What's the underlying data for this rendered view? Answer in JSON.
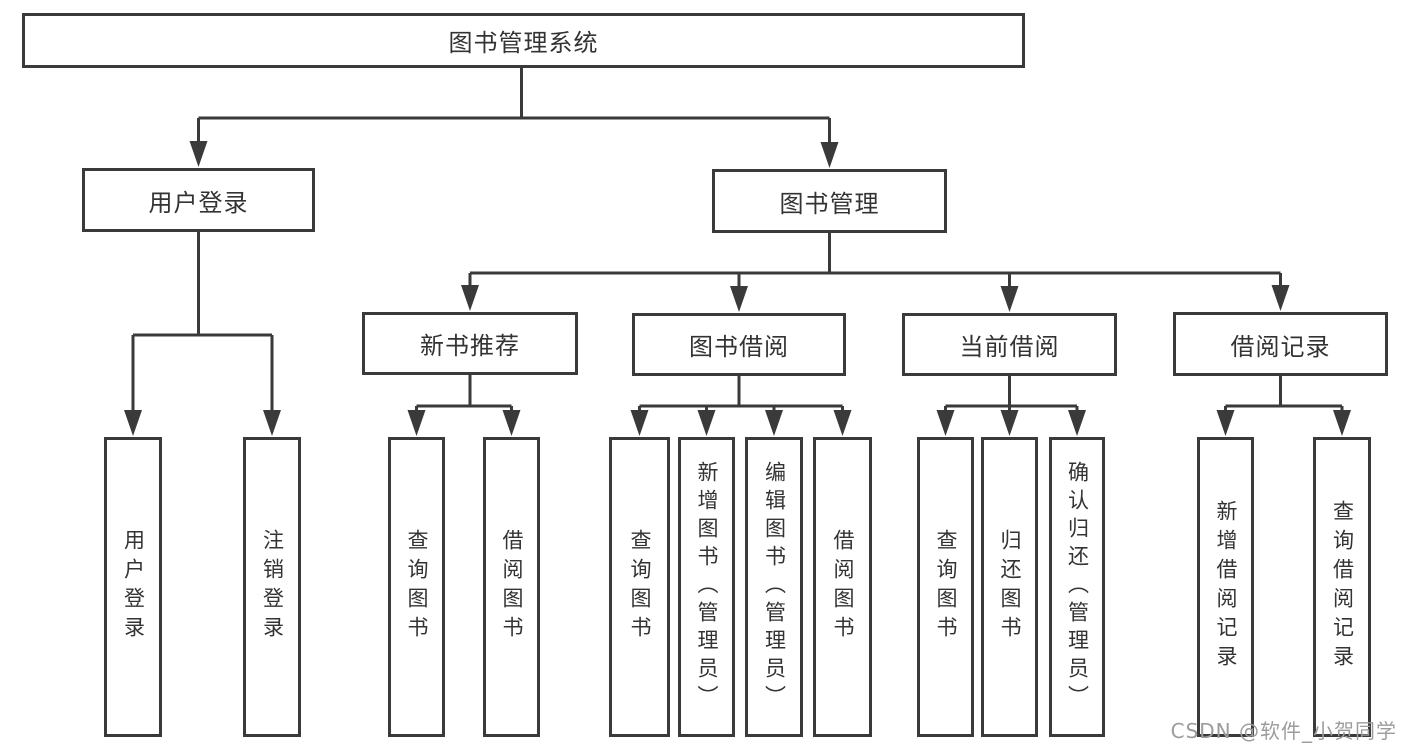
{
  "diagram": {
    "type": "hierarchy-tree",
    "tree": {
      "label": "图书管理系统",
      "children": [
        {
          "label": "用户登录",
          "children": [
            {
              "label": "用户登录"
            },
            {
              "label": "注销登录"
            }
          ]
        },
        {
          "label": "图书管理",
          "children": [
            {
              "label": "新书推荐",
              "children": [
                {
                  "label": "查询图书"
                },
                {
                  "label": "借阅图书"
                }
              ]
            },
            {
              "label": "图书借阅",
              "children": [
                {
                  "label": "查询图书"
                },
                {
                  "label": "新增图书（管理员）"
                },
                {
                  "label": "编辑图书（管理员）"
                },
                {
                  "label": "借阅图书"
                }
              ]
            },
            {
              "label": "当前借阅",
              "children": [
                {
                  "label": "查询图书"
                },
                {
                  "label": "归还图书"
                },
                {
                  "label": "确认归还（管理员）"
                }
              ]
            },
            {
              "label": "借阅记录",
              "children": [
                {
                  "label": "新增借阅记录"
                },
                {
                  "label": "查询借阅记录"
                }
              ]
            }
          ]
        }
      ]
    }
  },
  "watermark": {
    "text": "CSDN @软件_小贺同学"
  },
  "colors": {
    "line": "#3a3a3a",
    "text": "#333333",
    "watermark": "#9c9c9c",
    "background": "#ffffff"
  }
}
